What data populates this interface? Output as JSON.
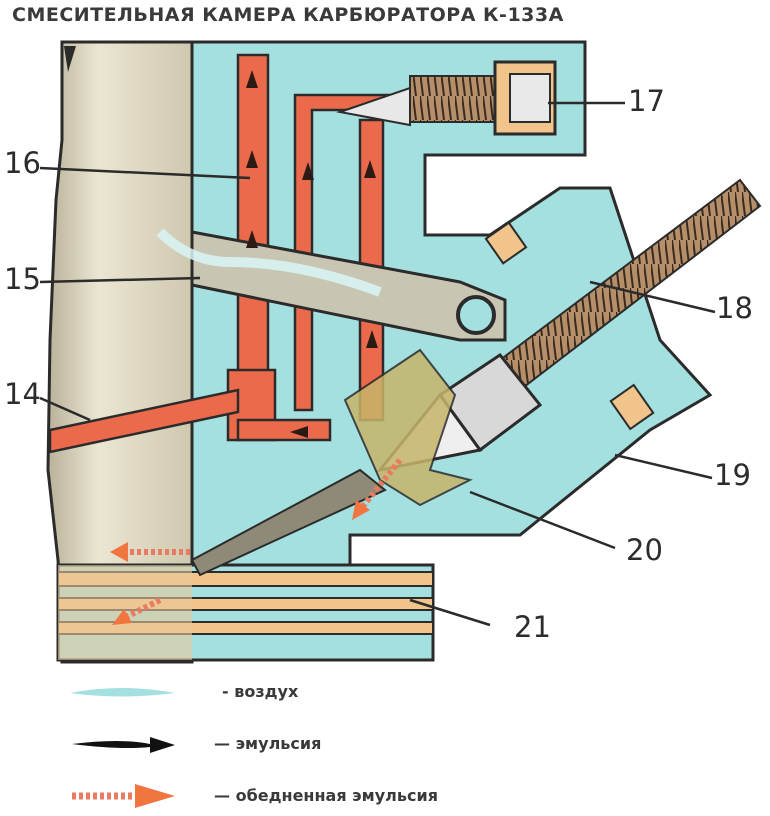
{
  "title": "СМЕСИТЕЛЬНАЯ КАМЕРА КАРБЮРАТОРА К-133А",
  "callouts": {
    "c14": "14",
    "c15": "15",
    "c16": "16",
    "c17": "17",
    "c18": "18",
    "c19": "19",
    "c20": "20",
    "c21": "21"
  },
  "legend": {
    "air": "- воздух",
    "emulsion": "— эмульсия",
    "lean_emulsion": "— обедненная эмульсия"
  },
  "colors": {
    "body": "#a4e0df",
    "channel": "#ec6a4c",
    "tube": "#ddd7c1",
    "gasket": "#f0c48a",
    "outline": "#2b2b2b",
    "needle": "#c7b56a"
  }
}
